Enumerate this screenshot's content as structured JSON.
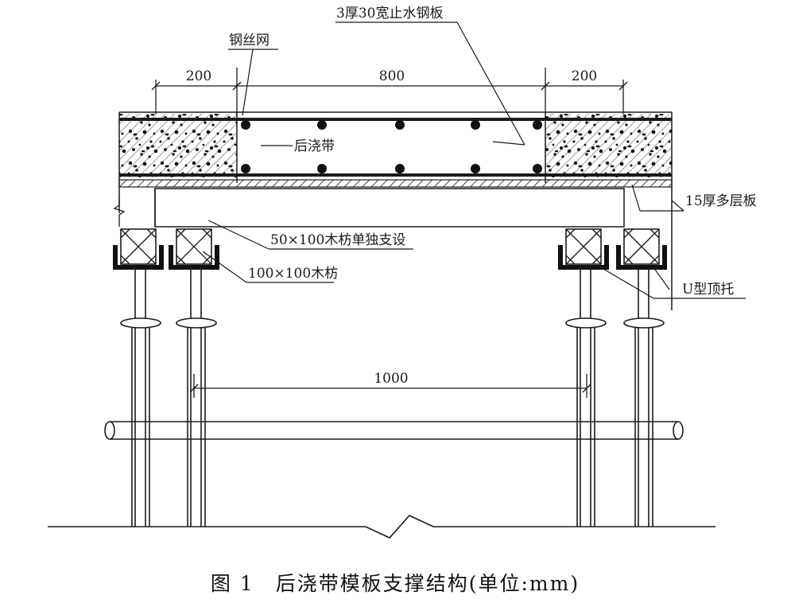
{
  "labels": {
    "steel_mesh": "钢丝网",
    "waterstop": "3厚30宽止水钢板",
    "post_pour_strip": "后浇带",
    "plywood": "15厚多层板",
    "timber_50x100": "50×100木枋单独支设",
    "timber_100x100": "100×100木枋",
    "u_head": "U型顶托"
  },
  "dimensions": {
    "left": "200",
    "middle": "800",
    "right": "200",
    "bottom": "1000"
  },
  "caption": "图 1　后浇带模板支撑结构(单位:mm)"
}
